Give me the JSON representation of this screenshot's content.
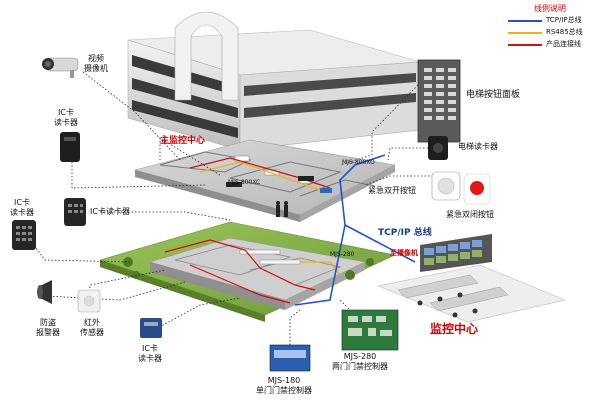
{
  "legend": {
    "title": "线例说明",
    "items": [
      {
        "label": "TCP/IP总线",
        "color": "#2255cc"
      },
      {
        "label": "RS485总线",
        "color": "#e6b422"
      },
      {
        "label": "产品连接线",
        "color": "#cc1111"
      }
    ]
  },
  "labels": {
    "camera": "视频\n摄像机",
    "ic_reader_top": "IC卡\n读卡器",
    "main_monitor": "主监控中心",
    "elevator_panel": "电梯按钮面板",
    "elevator_reader": "电梯读卡器",
    "mjs800_a": "MJS-800XC",
    "mjs800_b": "MJS-800XO",
    "emergency_open": "紧急双开按钮",
    "emergency_close": "紧急双闭按钮",
    "ic_reader_left": "IC卡\n读卡器",
    "ic_reader_mid": "IC卡读卡器",
    "tcpip_bus": "TCP/IP 总线",
    "master_strip": "至播像机",
    "mjs280_small": "MJS-280",
    "alarm": "防盗\n报警器",
    "infrared": "红外\n传感器",
    "ic_reader_bottom": "IC卡\n读卡器",
    "monitor_center": "监控中心",
    "mjs280_label": "MJS-280\n两门门禁控制器",
    "mjs180_label": "MJS-180\n单门门禁控制器"
  },
  "colors": {
    "tcpip": "#2255cc",
    "rs485": "#e6b422",
    "product": "#cc1111",
    "building": "#e8e8e8",
    "grass": "#86b24a"
  }
}
